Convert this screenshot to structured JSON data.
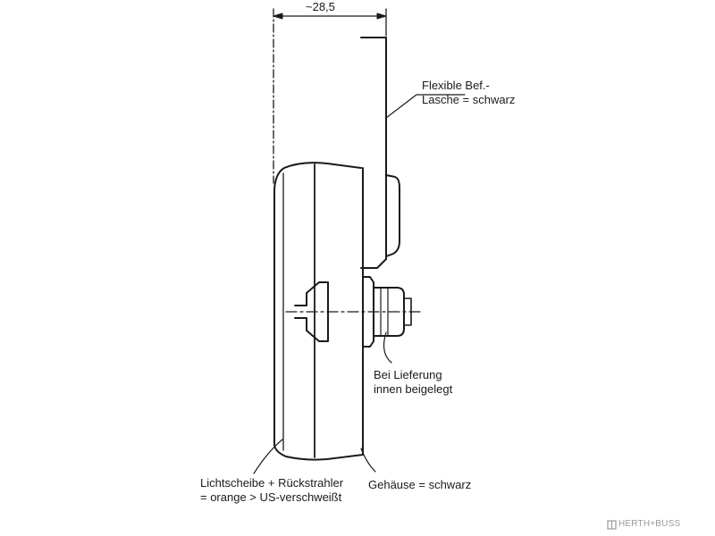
{
  "dimension": {
    "width_label": "~28,5"
  },
  "labels": {
    "bracket": {
      "line1": "Flexible Bef.-",
      "line2": "Lasche = schwarz"
    },
    "delivery": {
      "line1": "Bei Lieferung",
      "line2": "innen beigelegt"
    },
    "lens": {
      "line1": "Lichtscheibe + Rückstrahler",
      "line2": "= orange > US-verschweißt"
    },
    "housing": {
      "line1": "Gehäuse = schwarz"
    }
  },
  "watermark": {
    "text": "HERTH+BUSS"
  },
  "colors": {
    "ink": "#1a1a1a",
    "watermark": "#9a9a9a",
    "background": "#ffffff"
  }
}
